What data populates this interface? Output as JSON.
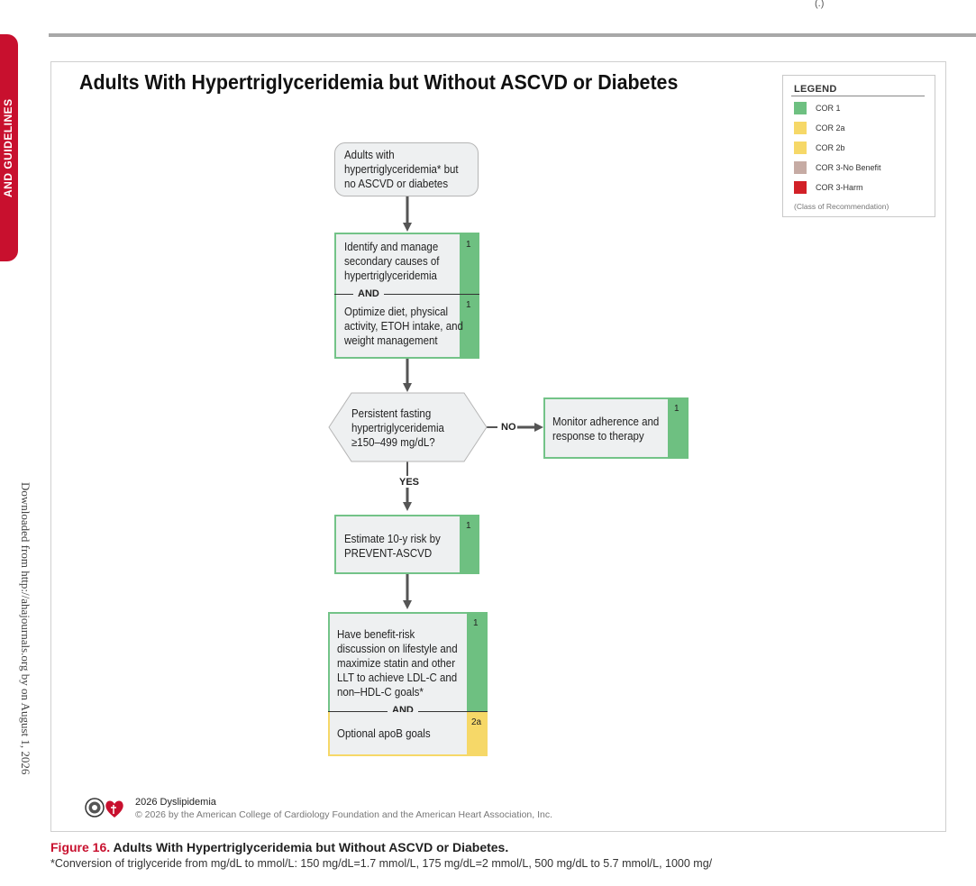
{
  "page": {
    "corner_text": "(.)"
  },
  "side_tab": {
    "text": "AND GUIDELINES"
  },
  "side_note": {
    "text": "Downloaded from http://ahajournals.org by on August 1, 2026"
  },
  "figure": {
    "title": "Adults With Hypertriglyceridemia but Without ASCVD or Diabetes",
    "legend": {
      "title": "LEGEND",
      "items": [
        {
          "label": "COR 1",
          "color": "#6ec081"
        },
        {
          "label": "COR 2a",
          "color": "#f6d868"
        },
        {
          "label": "COR 2b",
          "color": "#f6d868"
        },
        {
          "label": "COR 3-No Benefit",
          "color": "#c6aba4"
        },
        {
          "label": "COR 3-Harm",
          "color": "#d22027"
        }
      ],
      "note": "(Class of Recommendation)"
    },
    "nodes": {
      "start": "Adults with hypertriglyceridemia* but no ASCVD or diabetes",
      "identify": {
        "text": "Identify and manage secondary causes of hypertriglyceridemia",
        "cor": "1"
      },
      "and_1": "AND",
      "optimize": {
        "text": "Optimize diet, physical activity, ETOH intake, and weight management",
        "cor": "1"
      },
      "decision": "Persistent fasting hypertriglyceridemia ≥150–499 mg/dL?",
      "no_label": "NO",
      "monitor": {
        "text": "Monitor adherence and response to therapy",
        "cor": "1"
      },
      "yes_label": "YES",
      "estimate": {
        "text": "Estimate 10-y risk by PREVENT-ASCVD",
        "cor": "1"
      },
      "benefit": {
        "text": "Have benefit-risk discussion on lifestyle and maximize statin and other LLT to achieve LDL-C and non–HDL-C goals*",
        "cor": "1"
      },
      "and_2": "AND",
      "apob": {
        "text": "Optional apoB goals",
        "cor": "2a"
      }
    },
    "footer": {
      "title": "2026 Dyslipidemia",
      "copyright": "© 2026 by the American College of Cardiology Foundation and the American Heart Association, Inc."
    }
  },
  "caption": {
    "label": "Figure 16.",
    "title": "Adults With Hypertriglyceridemia but Without ASCVD or Diabetes.",
    "note": "*Conversion of triglyceride from mg/dL to mmol/L: 150 mg/dL=1.7 mmol/L, 175 mg/dL=2 mmol/L, 500 mg/dL to 5.7 mmol/L, 1000 mg/"
  }
}
